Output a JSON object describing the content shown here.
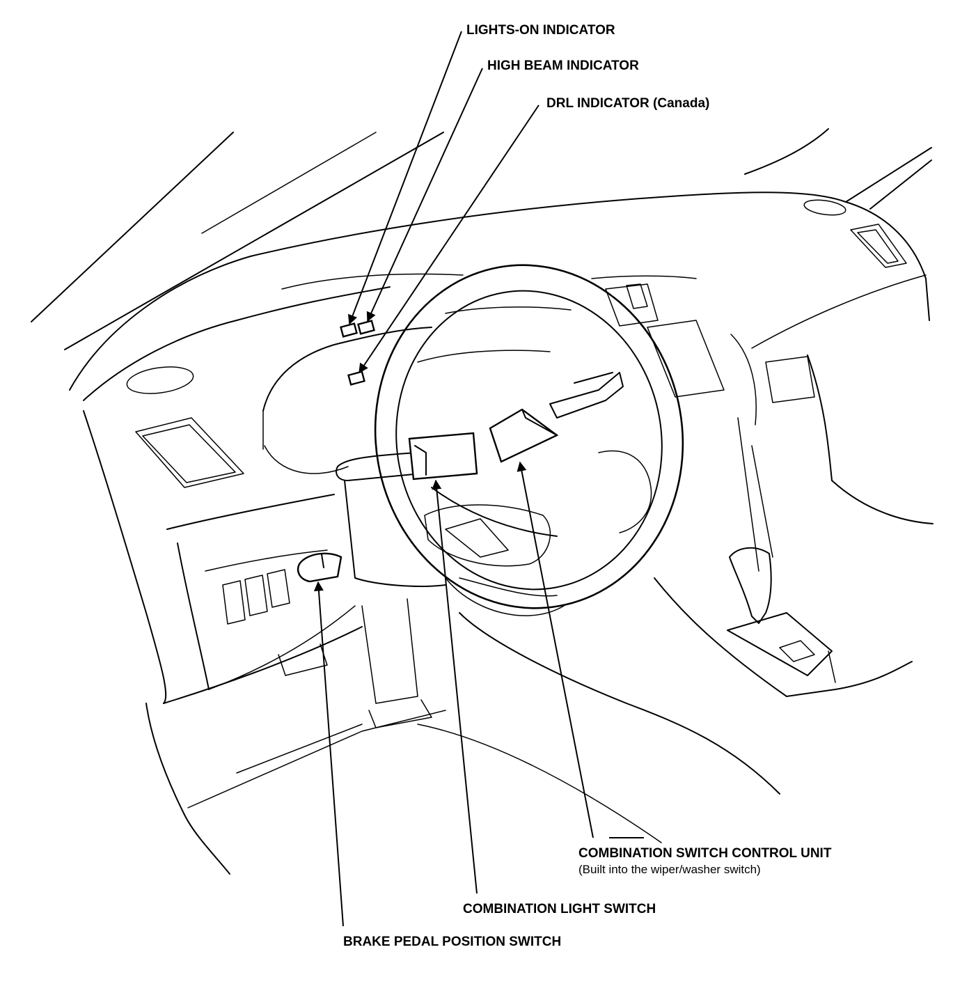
{
  "labels": {
    "lights_on_indicator": "LIGHTS-ON INDICATOR",
    "high_beam_indicator": "HIGH BEAM INDICATOR",
    "drl_indicator": "DRL INDICATOR (Canada)",
    "combination_switch_control_unit": "COMBINATION SWITCH CONTROL UNIT",
    "combination_switch_control_unit_note": "(Built into the wiper/washer switch)",
    "combination_light_switch": "COMBINATION LIGHT SWITCH",
    "brake_pedal_position_switch": "BRAKE PEDAL POSITION SWITCH"
  }
}
